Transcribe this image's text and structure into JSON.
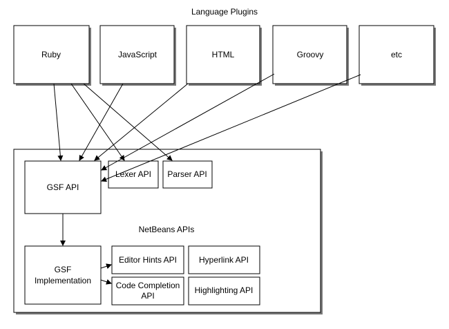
{
  "diagram": {
    "plugins_title": "Language Plugins",
    "netbeans_title": "NetBeans APIs",
    "plugins": [
      "Ruby",
      "JavaScript",
      "HTML",
      "Groovy",
      "etc"
    ],
    "gsf_api": "GSF API",
    "lexer_api": "Lexer API",
    "parser_api": "Parser API",
    "gsf_impl_line1": "GSF",
    "gsf_impl_line2": "Implementation",
    "editor_hints_api": "Editor Hints API",
    "code_completion_line1": "Code Completion",
    "code_completion_line2": "API",
    "hyperlink_api": "Hyperlink API",
    "highlighting_api": "Highlighting API"
  }
}
